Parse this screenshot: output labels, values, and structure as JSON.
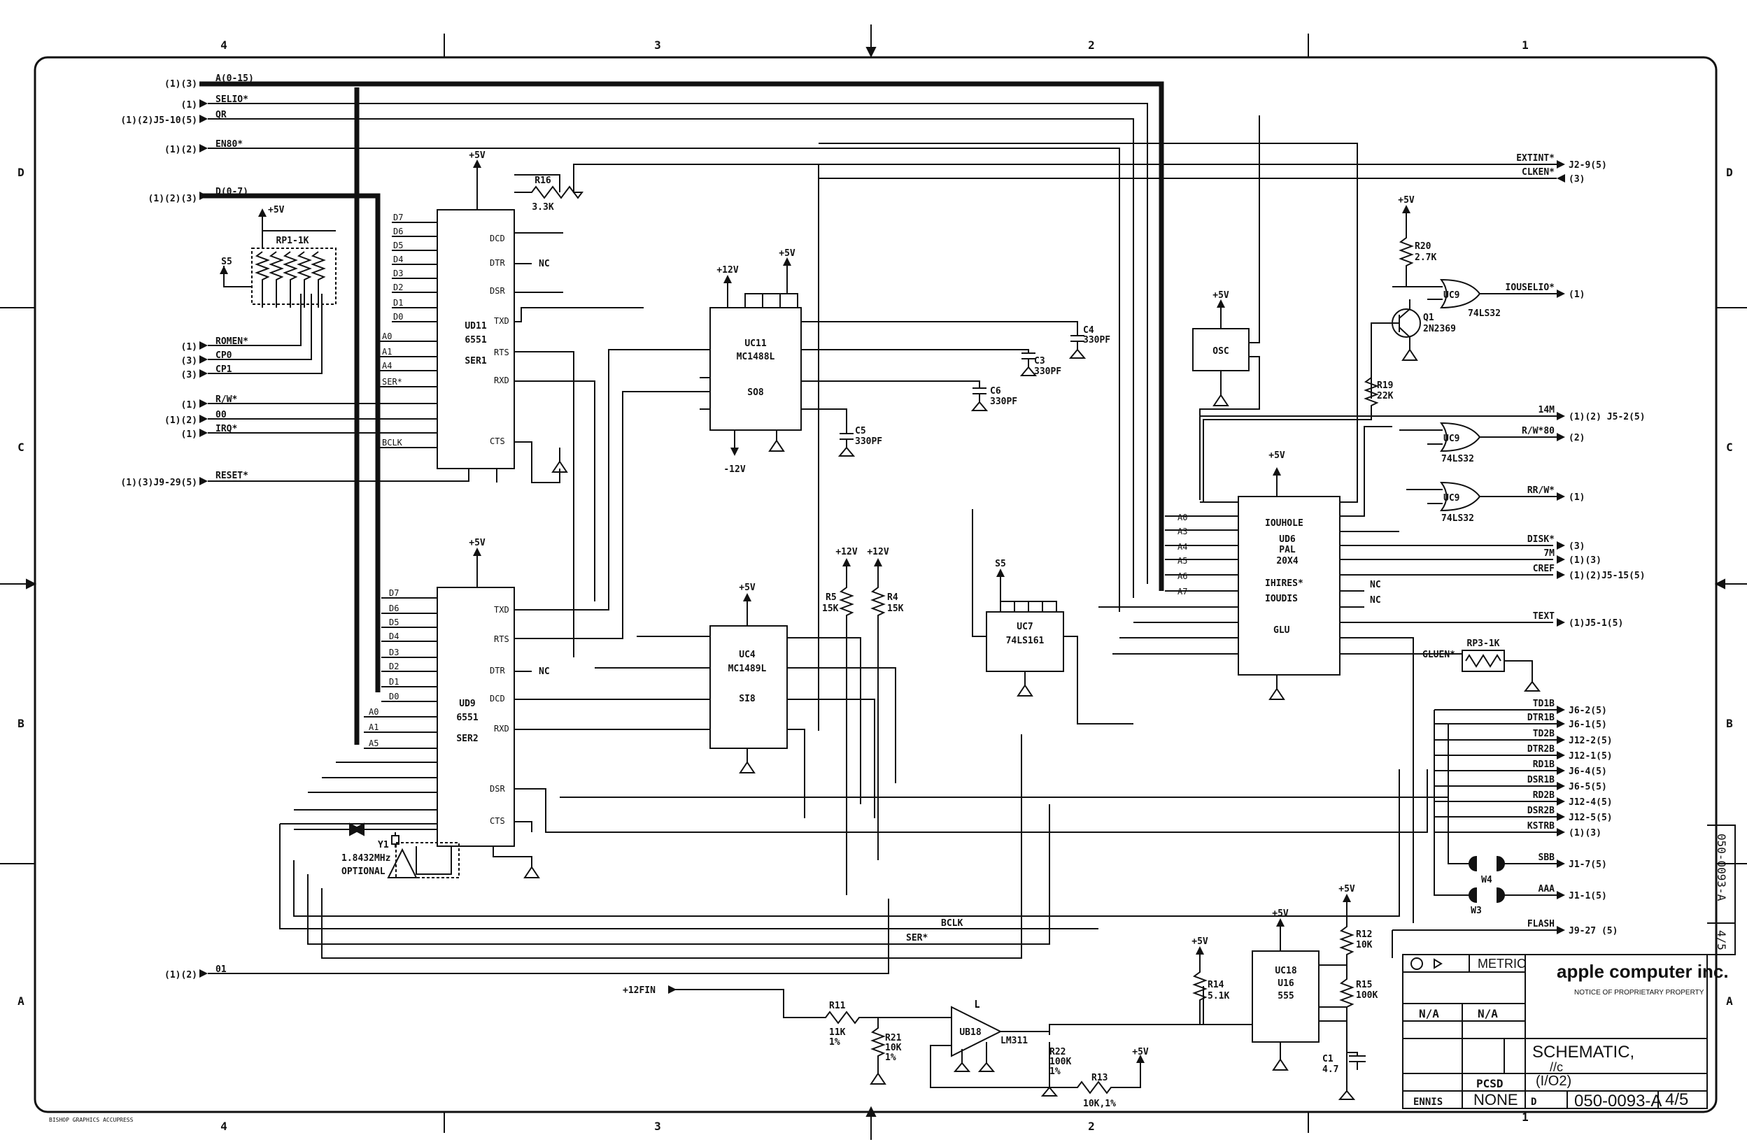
{
  "zones": {
    "top": [
      "4",
      "3",
      "2",
      "1"
    ],
    "side": [
      "D",
      "C",
      "B",
      "A"
    ]
  },
  "chips": [
    {
      "ref": "UD11",
      "type": "6551",
      "role": "SER1"
    },
    {
      "ref": "UD9",
      "type": "6551",
      "role": "SER2"
    },
    {
      "ref": "UC11",
      "type": "MC1488L",
      "role": "SO8"
    },
    {
      "ref": "UC4",
      "type": "MC1489L",
      "role": "SI8"
    },
    {
      "ref": "UC7",
      "type": "74LS161",
      "role": ""
    },
    {
      "ref": "UD6",
      "type": "PAL",
      "role": "20X4",
      "name": "GLU"
    },
    {
      "ref": "UC18",
      "type": "555",
      "role": "U16"
    },
    {
      "ref": "UB18",
      "type": "LM311",
      "role": ""
    },
    {
      "ref": "OSC",
      "type": "",
      "role": ""
    }
  ],
  "ud6_pins": [
    "IOUHOLE",
    "IHIRES*",
    "IOUDIS",
    "GLU"
  ],
  "gates": [
    {
      "ref": "UC9",
      "type": "74LS32",
      "out": "IOUSELIO*"
    },
    {
      "ref": "UC9",
      "type": "74LS32",
      "out": "R/W*80"
    },
    {
      "ref": "UC9",
      "type": "74LS32",
      "out": "RR/W*"
    }
  ],
  "components": {
    "r16": [
      "R16",
      "3.3K"
    ],
    "rp1": "RP1-1K",
    "rp3": "RP3-1K",
    "r20": [
      "R20",
      "2.7K"
    ],
    "q1": [
      "Q1",
      "2N2369"
    ],
    "r19": [
      "R19",
      "22K"
    ],
    "r5": [
      "R5",
      "15K"
    ],
    "r4": [
      "R4",
      "15K"
    ],
    "c4": [
      "C4",
      "330PF"
    ],
    "c3": [
      "C3",
      "330PF"
    ],
    "c6": [
      "C6",
      "330PF"
    ],
    "c5": [
      "C5",
      "330PF"
    ],
    "r11": [
      "R11",
      "11K",
      "1%"
    ],
    "r21": [
      "R21",
      "10K",
      "1%"
    ],
    "r22": [
      "R22",
      "100K",
      "1%"
    ],
    "r13": [
      "R13",
      "10K,1%"
    ],
    "r14": [
      "R14",
      "5.1K"
    ],
    "r12": [
      "R12",
      "10K"
    ],
    "r15": [
      "R15",
      "100K"
    ],
    "c1": [
      "C1",
      "4.7"
    ],
    "y1": [
      "Y1",
      "1.8432MHz",
      "OPTIONAL"
    ],
    "w4": "W4",
    "w3": "W3"
  },
  "rails": {
    "p5": "+5V",
    "p12": "+12V",
    "n12": "-12V",
    "s5": "S5",
    "nc": "NC",
    "fin": "+12FIN"
  },
  "left_signals": [
    {
      "ref": "(1)(3)",
      "name": "A(0-15)"
    },
    {
      "ref": "(1)",
      "name": "SELIO*"
    },
    {
      "ref": "(1)(2)J5-10(5)",
      "name": "QR"
    },
    {
      "ref": "(1)(2)",
      "name": "EN80*"
    },
    {
      "ref": "(1)(2)(3)",
      "name": "D(0-7)"
    },
    {
      "ref": "(1)",
      "name": "ROMEN*"
    },
    {
      "ref": "(3)",
      "name": "CP0"
    },
    {
      "ref": "(3)",
      "name": "CP1"
    },
    {
      "ref": "(1)",
      "name": "R/W*"
    },
    {
      "ref": "(1)(2)",
      "name": "00"
    },
    {
      "ref": "(1)",
      "name": "IRQ*"
    },
    {
      "ref": "(1)(3)J9-29(5)",
      "name": "RESET*"
    },
    {
      "ref": "(1)(2)",
      "name": "01"
    }
  ],
  "right_signals": [
    {
      "name": "EXTINT*",
      "dest": "J2-9(5)"
    },
    {
      "name": "CLKEN*",
      "dest": "(3)"
    },
    {
      "name": "IOUSELIO*",
      "dest": "(1)"
    },
    {
      "name": "14M",
      "dest": "(1)(2) J5-2(5)"
    },
    {
      "name": "R/W*80",
      "dest": "(2)"
    },
    {
      "name": "RR/W*",
      "dest": "(1)"
    },
    {
      "name": "DISK*",
      "dest": "(3)"
    },
    {
      "name": "7M",
      "dest": "(1)(3)"
    },
    {
      "name": "CREF",
      "dest": "(1)(2)J5-15(5)"
    },
    {
      "name": "TEXT",
      "dest": "(1)J5-1(5)"
    },
    {
      "name": "GLUEN*",
      "dest": ""
    },
    {
      "name": "TD1B",
      "dest": "J6-2(5)"
    },
    {
      "name": "DTR1B",
      "dest": "J6-1(5)"
    },
    {
      "name": "TD2B",
      "dest": "J12-2(5)"
    },
    {
      "name": "DTR2B",
      "dest": "J12-1(5)"
    },
    {
      "name": "RD1B",
      "dest": "J6-4(5)"
    },
    {
      "name": "DSR1B",
      "dest": "J6-5(5)"
    },
    {
      "name": "RD2B",
      "dest": "J12-4(5)"
    },
    {
      "name": "DSR2B",
      "dest": "J12-5(5)"
    },
    {
      "name": "KSTRB",
      "dest": "(1)(3)"
    },
    {
      "name": "SBB",
      "dest": "J1-7(5)"
    },
    {
      "name": "AAA",
      "dest": "J1-1(5)"
    },
    {
      "name": "FLASH",
      "dest": "J9-27 (5)"
    }
  ],
  "bus_names": [
    "BCLK",
    "SER*"
  ],
  "title_block": {
    "metric": "METRIC",
    "company": "apple computer inc.",
    "notice_title": "NOTICE OF PROPRIETARY PROPERTY",
    "material": "N/A",
    "finish": "N/A",
    "pcsd": "PCSD",
    "designer": "ENNIS",
    "scale": "NONE",
    "size": "D",
    "title": "SCHEMATIC,",
    "subtitle": "//c",
    "subtitle2": "(I/O2)",
    "drawing_number": "050-0093-A",
    "sheet": "4/5"
  },
  "side_tab": {
    "number": "050-0093-A",
    "sheet": "4/5"
  },
  "footer_note": "BISHOP GRAPHICS ACCUPRESS"
}
